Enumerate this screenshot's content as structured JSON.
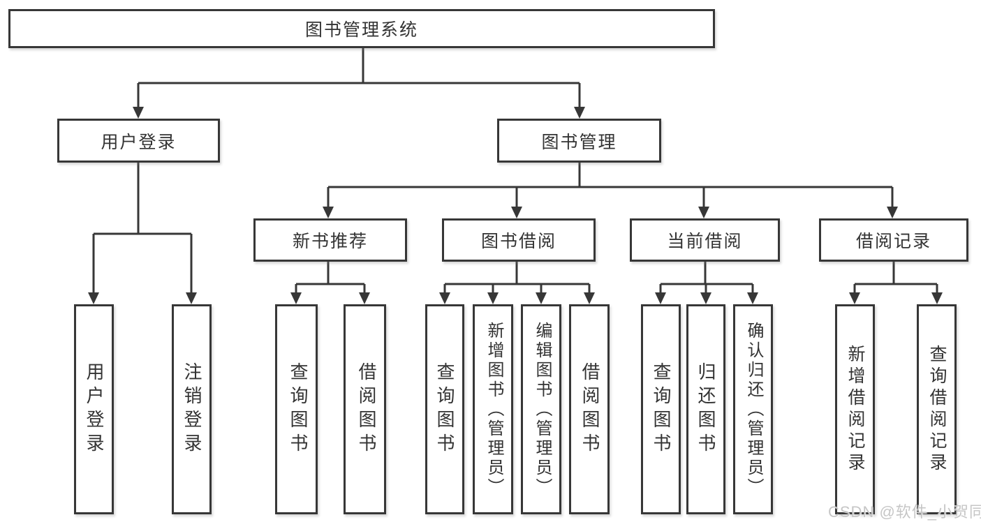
{
  "diagram": {
    "root": {
      "label": "图书管理系统"
    },
    "level2": [
      {
        "label": "用户登录"
      },
      {
        "label": "图书管理"
      }
    ],
    "level3": [
      {
        "label": "新书推荐"
      },
      {
        "label": "图书借阅"
      },
      {
        "label": "当前借阅"
      },
      {
        "label": "借阅记录"
      }
    ],
    "leaves": [
      {
        "label": "用户登录"
      },
      {
        "label": "注销登录"
      },
      {
        "label": "查询图书"
      },
      {
        "label": "借阅图书"
      },
      {
        "label": "查询图书"
      },
      {
        "label": "新增图书（管理员）"
      },
      {
        "label": "编辑图书（管理员）"
      },
      {
        "label": "借阅图书"
      },
      {
        "label": "查询图书"
      },
      {
        "label": "归还图书"
      },
      {
        "label": "确认归还（管理员）"
      },
      {
        "label": "新增借阅记录"
      },
      {
        "label": "查询借阅记录"
      }
    ],
    "watermark": "CSDN @软件_小贺同学",
    "colors": {
      "line": "#373737",
      "text": "#333333",
      "background": "#ffffff",
      "watermark": "#c6c6c6"
    }
  }
}
